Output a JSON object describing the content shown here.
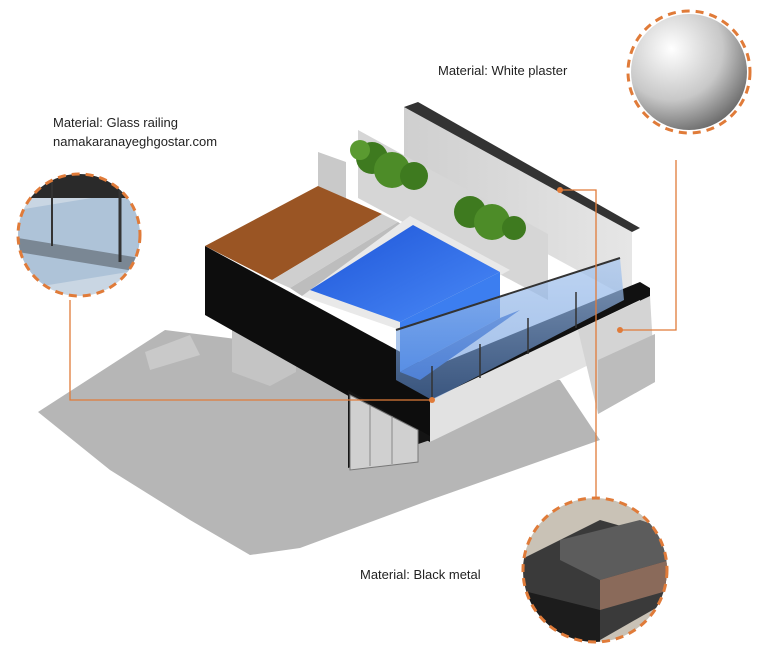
{
  "labels": {
    "glass_railing": "Material: Glass railing",
    "website": "namakaranayeghgostar.com",
    "white_plaster": "Material: White plaster",
    "black_metal": "Material: Black metal"
  },
  "colors": {
    "leader": "#e07b39",
    "pool_water": "#2f6fe8",
    "planter_soil": "#9a5524",
    "black_metal": "#0d0d0d",
    "white_plaster": "#d9d9d9",
    "shadow": "#b3b3b3",
    "foliage": "#3e7a1f"
  },
  "icons": {
    "glass_railing_swatch": "glass-railing-closeup",
    "white_plaster_swatch": "plaster-sphere",
    "black_metal_swatch": "metal-edge-closeup"
  }
}
